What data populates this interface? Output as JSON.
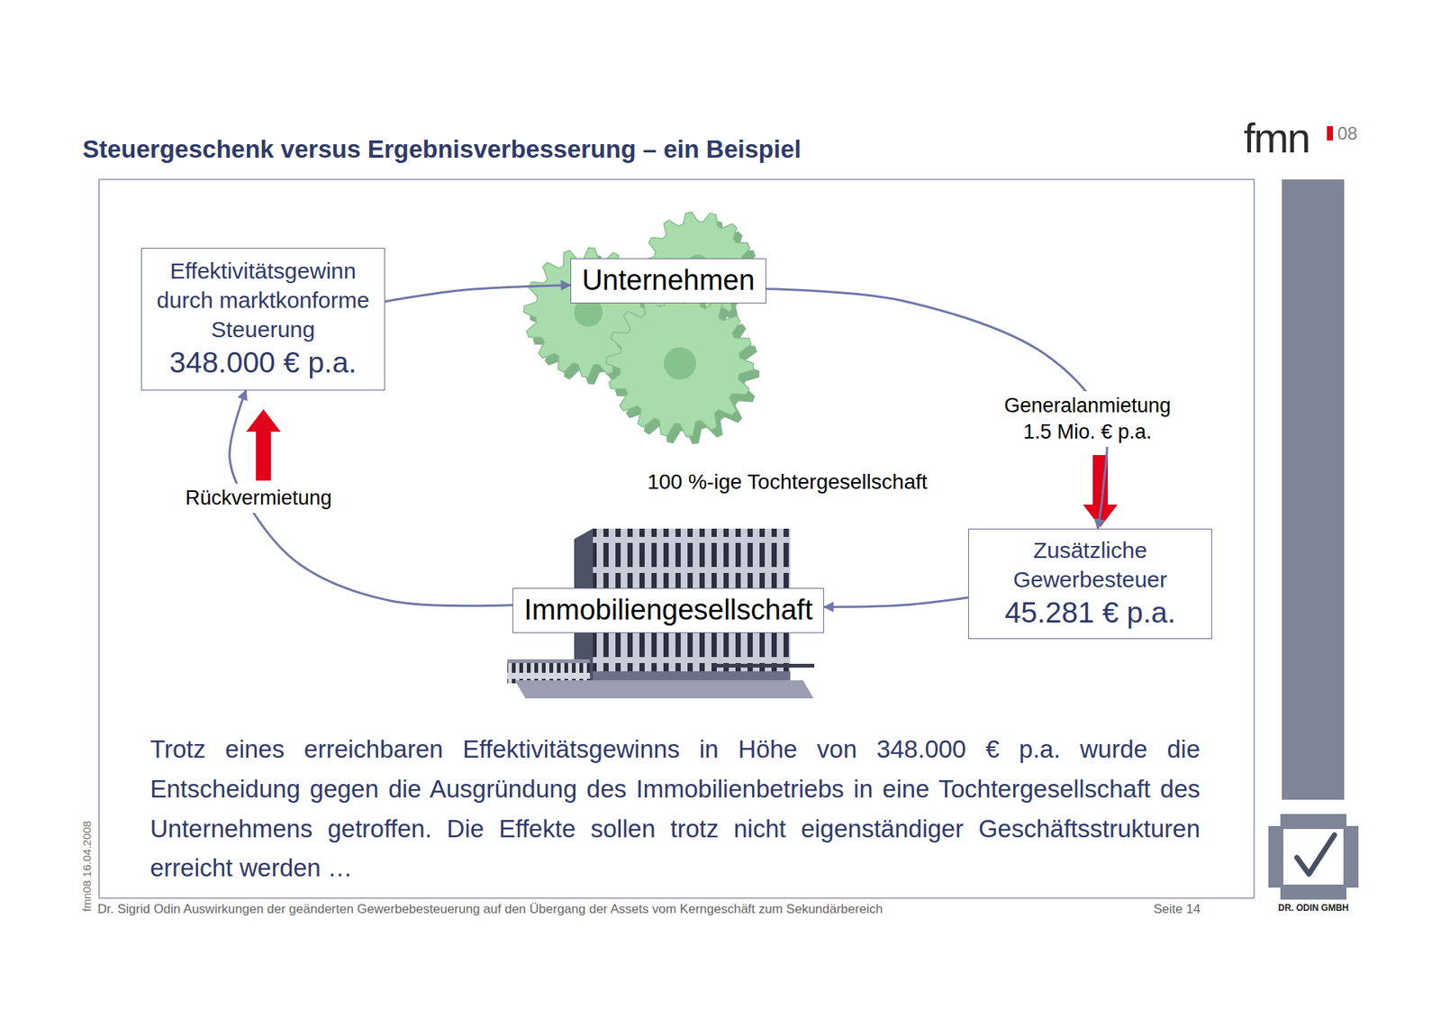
{
  "diagram": {
    "title": "Steuergeschenk versus Ergebnisverbesserung – ein Beispiel",
    "nodes": [
      {
        "text": [
          "Effektivitätsgewinn durch marktkonforme Steuerung",
          "348.000 € p.a."
        ]
      },
      {
        "text": [
          "Unternehmen"
        ]
      },
      {
        "text": [
          "Zusätzliche Gewerbesteuer",
          "45.281 € p.a."
        ]
      },
      {
        "text": [
          "Immobiliengesellschaft"
        ]
      }
    ],
    "edges": [
      {
        "from": 0,
        "to": 1,
        "arrow": "to"
      },
      {
        "from": 1,
        "to": 2,
        "label": "Generalanmietung 1.5 Mio. € p.a.",
        "arrow": "to"
      },
      {
        "from": 2,
        "to": 3,
        "arrow": "to"
      },
      {
        "from": 3,
        "to": 0,
        "label": "Rückvermietung",
        "arrow": "to"
      }
    ],
    "labels": [
      "100 %-ige Tochtergesellschaft",
      "Trotz eines erreichbaren Effektivitätsgewinns in Höhe von 348.000 € p.a. wurde die Entscheidung gegen die Ausgründung des Immobilienbetriebs in eine Tochtergesellschaft des Unternehmens getroffen. Die Effekte sollen trotz nicht eigenständiger Geschäftsstrukturen erreicht werden …",
      "fmn",
      "08",
      "DR. ODIN GMBH",
      "Dr. Sigrid Odin Auswirkungen der geänderten Gewerbebesteuerung auf den Übergang der Assets vom Kerngeschäft zum Sekundärbereich",
      "Seite 14",
      "fmn08 16.04.2008"
    ]
  }
}
